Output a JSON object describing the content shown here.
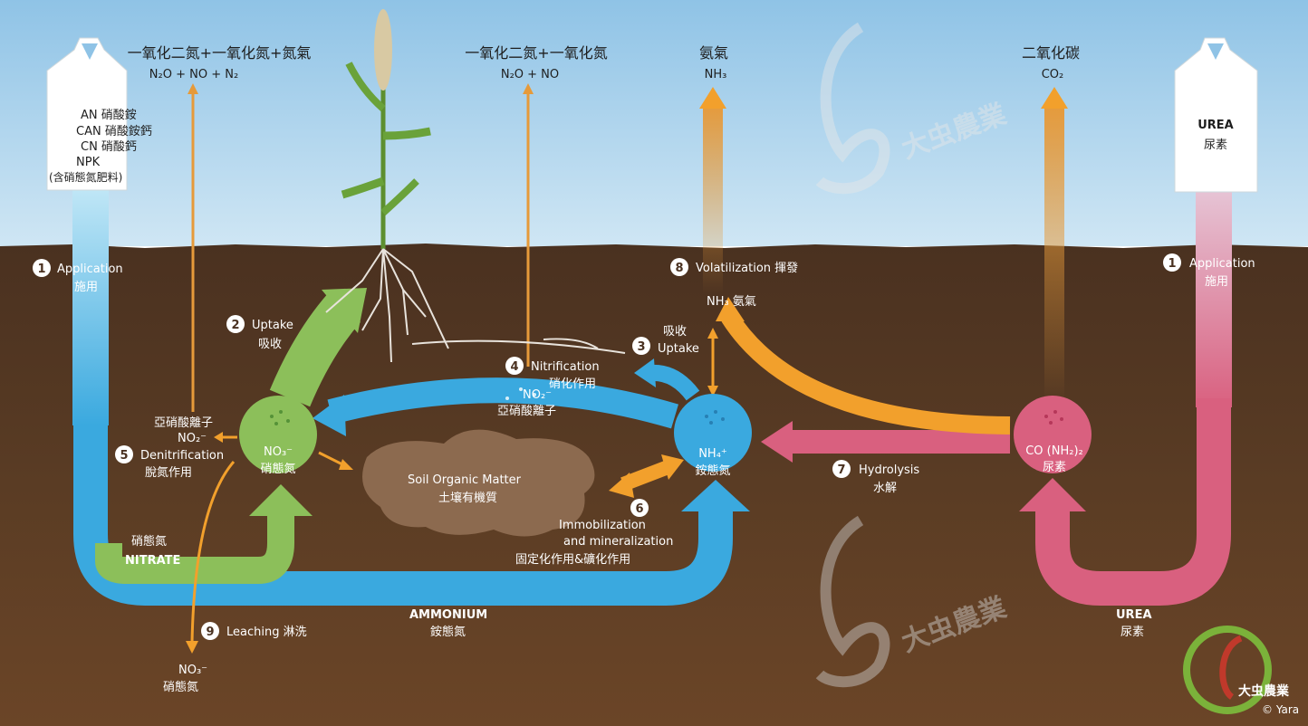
{
  "watermark": {
    "text": "大虫農業"
  },
  "copyright": "© Yara",
  "steps": {
    "s1": "1",
    "s2": "2",
    "s3": "3",
    "s4": "4",
    "s5": "5",
    "s6": "6",
    "s7": "7",
    "s8": "8",
    "s9": "9"
  },
  "sky": {
    "gas_left_zh": "一氧化二氮+一氧化氮+氮氣",
    "gas_left_formula": "N₂O + NO + N₂",
    "gas_mid_zh": "一氧化二氮+一氧化氮",
    "gas_mid_formula": "N₂O + NO",
    "ammonia_zh": "氨氣",
    "ammonia_formula": "NH₃",
    "co2_zh": "二氧化碳",
    "co2_formula": "CO₂"
  },
  "bag_left": {
    "line1": "AN  硝酸銨",
    "line2": "CAN 硝酸銨鈣",
    "line3": "CN  硝酸鈣",
    "line4": "NPK",
    "line5": "(含硝態氮肥料)"
  },
  "bag_right": {
    "line1": "UREA",
    "line2": "尿素"
  },
  "labels": {
    "application_en": "Application",
    "application_zh": "施用",
    "uptake_en": "Uptake",
    "uptake_zh": "吸收",
    "nitrification_en": "Nitrification",
    "nitrification_zh": "硝化作用",
    "no2_formula": "NO₂⁻",
    "no2_zh": "亞硝酸離子",
    "denitrification_en": "Denitrification",
    "denitrification_zh": "脫氮作用",
    "volatilization": "Volatilization 揮發",
    "nh3_node": "NH₃ 氨氣",
    "hydrolysis_en": "Hydrolysis",
    "hydrolysis_zh": "水解",
    "immob1": "Immobilization",
    "immob2": "and mineralization",
    "immob_zh": "固定化作用&礦化作用",
    "leaching": "Leaching 淋洗",
    "no3_formula": "NO₃⁻",
    "nitrate_zh": "硝態氮",
    "nitrate_en": "NITRATE",
    "ammonium_en": "AMMONIUM",
    "ammonium_zh": "銨態氮",
    "urea_en": "UREA",
    "urea_zh": "尿素",
    "som_en": "Soil Organic Matter",
    "som_zh": "土壤有機質"
  },
  "nodes": {
    "nitrate_formula": "NO₃⁻",
    "nitrate_zh": "硝態氮",
    "ammonium_formula": "NH₄⁺",
    "ammonium_zh": "銨態氮",
    "urea_formula": "CO (NH₂)₂",
    "urea_zh": "尿素"
  },
  "colors": {
    "sky": "#8fc3e6",
    "soil": "#5a3c24",
    "nitrate": "#8cbf5a",
    "ammonium": "#3aa9df",
    "urea": "#d9607f",
    "gas": "#f2a02c",
    "organic_matter": "#8c6a4f"
  }
}
